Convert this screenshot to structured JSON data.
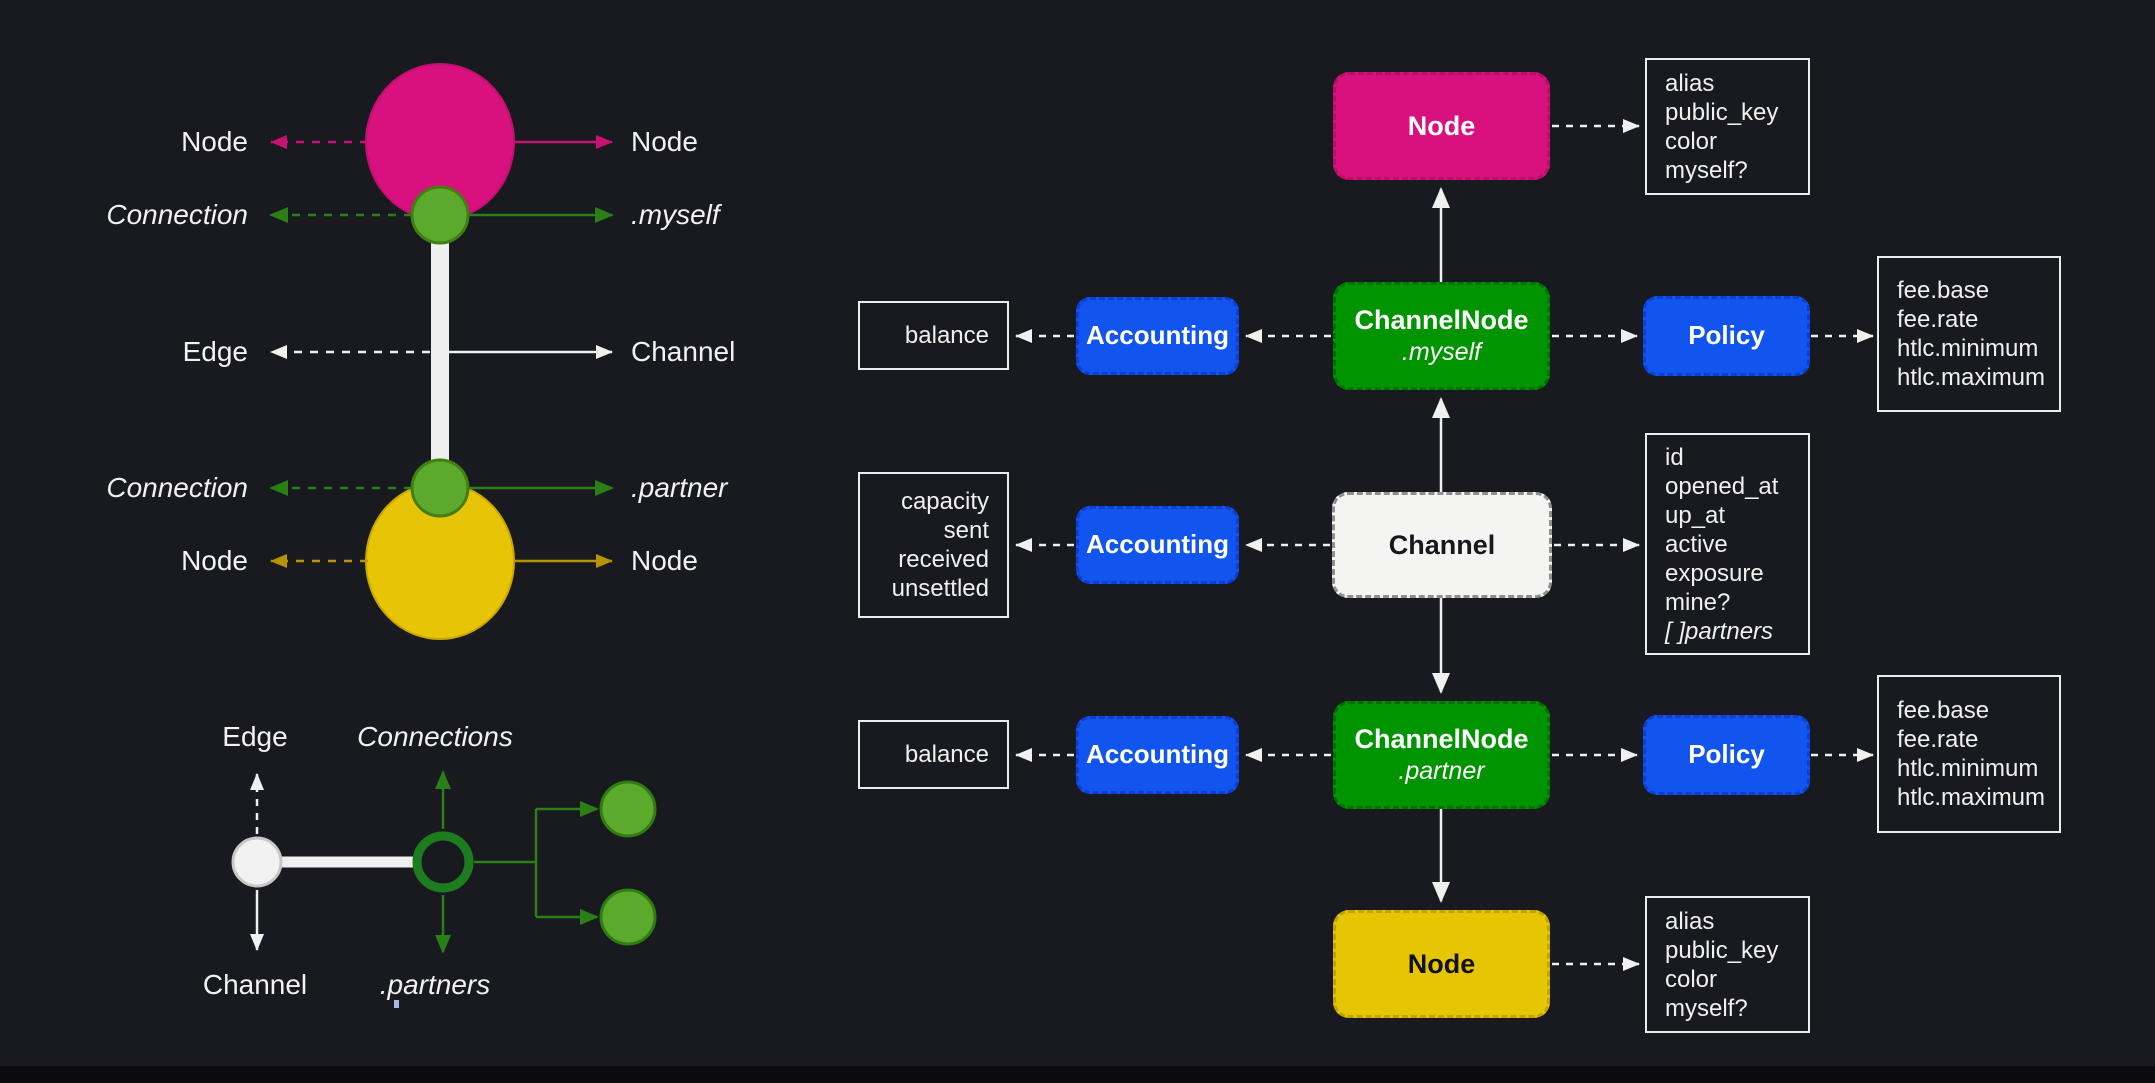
{
  "colors": {
    "background": "#191920",
    "node_pink": "#d9117e",
    "node_yellow": "#e6c502",
    "channelnode_green": "#009400",
    "accent_blue": "#1255ee",
    "connection_circle_green": "#5caa2b",
    "arrow_green": "#2a7f16",
    "arrow_yellow": "#b69300",
    "channel_white": "#f4f4f2"
  },
  "left_diagram": {
    "rows": [
      {
        "left_label": "Node",
        "right_label": "Node"
      },
      {
        "left_label": "Connection",
        "right_label": ".myself"
      },
      {
        "left_label": "Edge",
        "right_label": "Channel"
      },
      {
        "left_label": "Connection",
        "right_label": ".partner"
      },
      {
        "left_label": "Node",
        "right_label": "Node"
      }
    ]
  },
  "legend": {
    "edge_label": "Edge",
    "connections_label": "Connections",
    "channel_label": "Channel",
    "partners_label": ".partners"
  },
  "right_diagram": {
    "top_node": {
      "label": "Node"
    },
    "top_node_attrs": [
      "alias",
      "public_key",
      "color",
      "myself?"
    ],
    "row_myself": {
      "balance_attrs": [
        "balance"
      ],
      "accounting_label": "Accounting",
      "channelnode_label": "ChannelNode",
      "qualifier": ".myself",
      "policy_label": "Policy",
      "policy_attrs": [
        "fee.base",
        "fee.rate",
        "htlc.minimum",
        "htlc.maximum"
      ]
    },
    "row_channel": {
      "capacity_attrs": [
        "capacity",
        "sent",
        "received",
        "unsettled"
      ],
      "accounting_label": "Accounting",
      "channel_label": "Channel",
      "channel_attrs": [
        "id",
        "opened_at",
        "up_at",
        "active",
        "exposure",
        "mine?",
        "[ ]partners"
      ]
    },
    "row_partner": {
      "balance_attrs": [
        "balance"
      ],
      "accounting_label": "Accounting",
      "channelnode_label": "ChannelNode",
      "qualifier": ".partner",
      "policy_label": "Policy",
      "policy_attrs": [
        "fee.base",
        "fee.rate",
        "htlc.minimum",
        "htlc.maximum"
      ]
    },
    "bottom_node": {
      "label": "Node"
    },
    "bottom_node_attrs": [
      "alias",
      "public_key",
      "color",
      "myself?"
    ]
  }
}
